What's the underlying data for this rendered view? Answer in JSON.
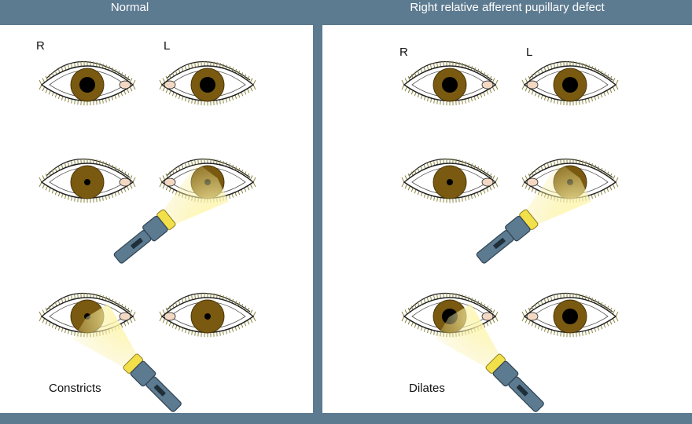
{
  "panels": [
    {
      "title": "Normal",
      "eye_labels": {
        "right": "R",
        "left": "L"
      },
      "caption": "Constricts",
      "rows": [
        {
          "right_pupil": "dilated",
          "left_pupil": "dilated",
          "light_on": "none"
        },
        {
          "right_pupil": "constricted",
          "left_pupil": "constricted",
          "light_on": "left"
        },
        {
          "right_pupil": "constricted",
          "left_pupil": "constricted",
          "light_on": "right"
        }
      ]
    },
    {
      "title": "Right relative afferent pupillary defect",
      "eye_labels": {
        "right": "R",
        "left": "L"
      },
      "caption": "Dilates",
      "rows": [
        {
          "right_pupil": "dilated",
          "left_pupil": "dilated",
          "light_on": "none"
        },
        {
          "right_pupil": "constricted",
          "left_pupil": "constricted",
          "light_on": "left"
        },
        {
          "right_pupil": "dilated",
          "left_pupil": "dilated",
          "light_on": "right"
        }
      ]
    }
  ],
  "colors": {
    "background": "#5c7a90",
    "iris": "#7a5a10",
    "pupil": "#000000",
    "caruncle": "#f3d9c4",
    "lashes": "#8a8540",
    "torch_body": "#5c7a90",
    "torch_lens": "#f2e04a",
    "light_beam": "#f7ec9a"
  }
}
